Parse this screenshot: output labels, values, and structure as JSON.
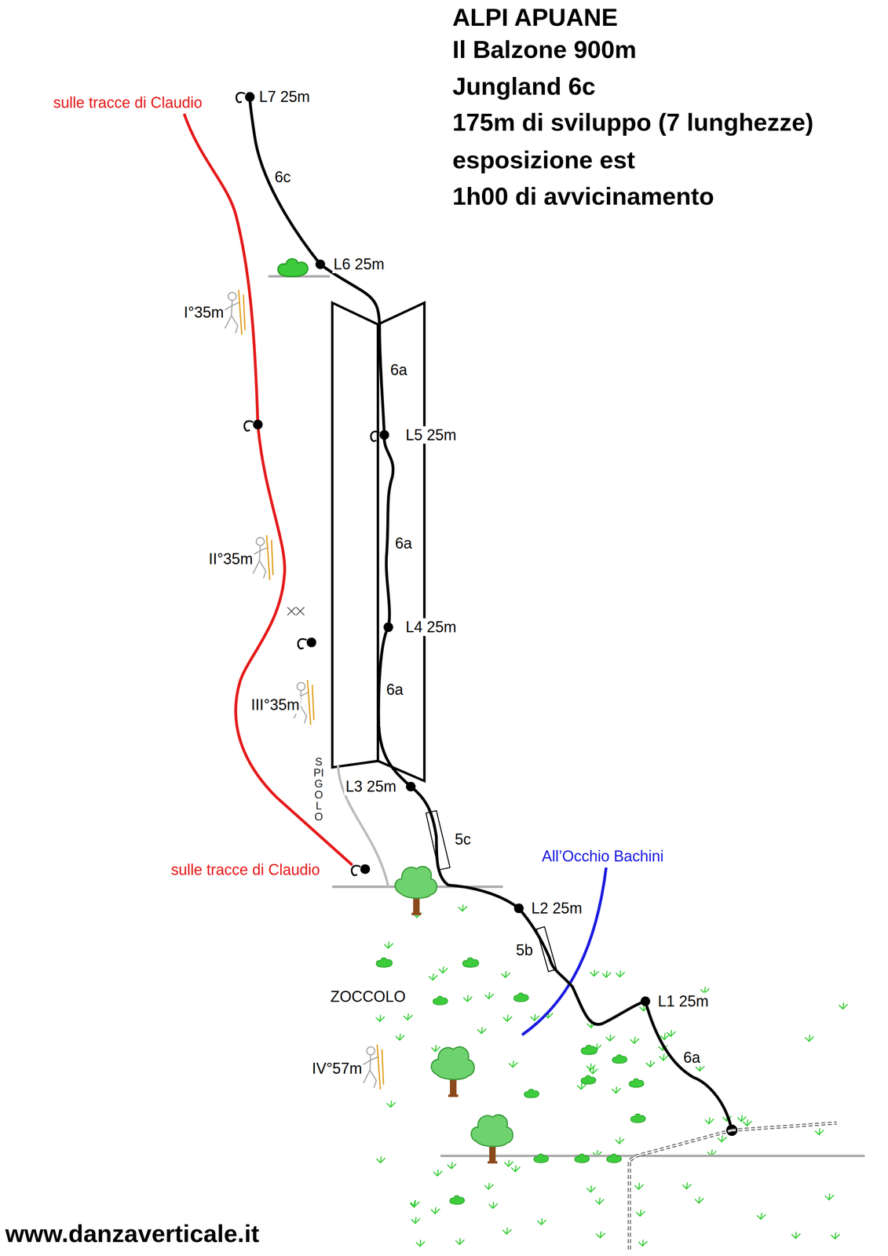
{
  "diagram": {
    "title": "ALPI APUANE",
    "labels": [
      "Il Balzone 900m",
      "Jungland 6c",
      "175m di sviluppo (7 lunghezze)",
      "esposizione est",
      "1h00 di avvicinamento",
      "sulle tracce di Claudio",
      "L7 25m",
      "6c",
      "L6 25m",
      "I°35m",
      "6a",
      "L5 25m",
      "6a",
      "II°35m",
      "L4 25m",
      "6a",
      "III°35m",
      "SPIGOLO",
      "L3 25m",
      "5c",
      "sulle tracce di Claudio",
      "All’Occhio Bachini",
      "L2 25m",
      "5b",
      "ZOCCOLO",
      "L1 25m",
      "IV°57m",
      "6a",
      "www.danzaverticale.it"
    ]
  }
}
